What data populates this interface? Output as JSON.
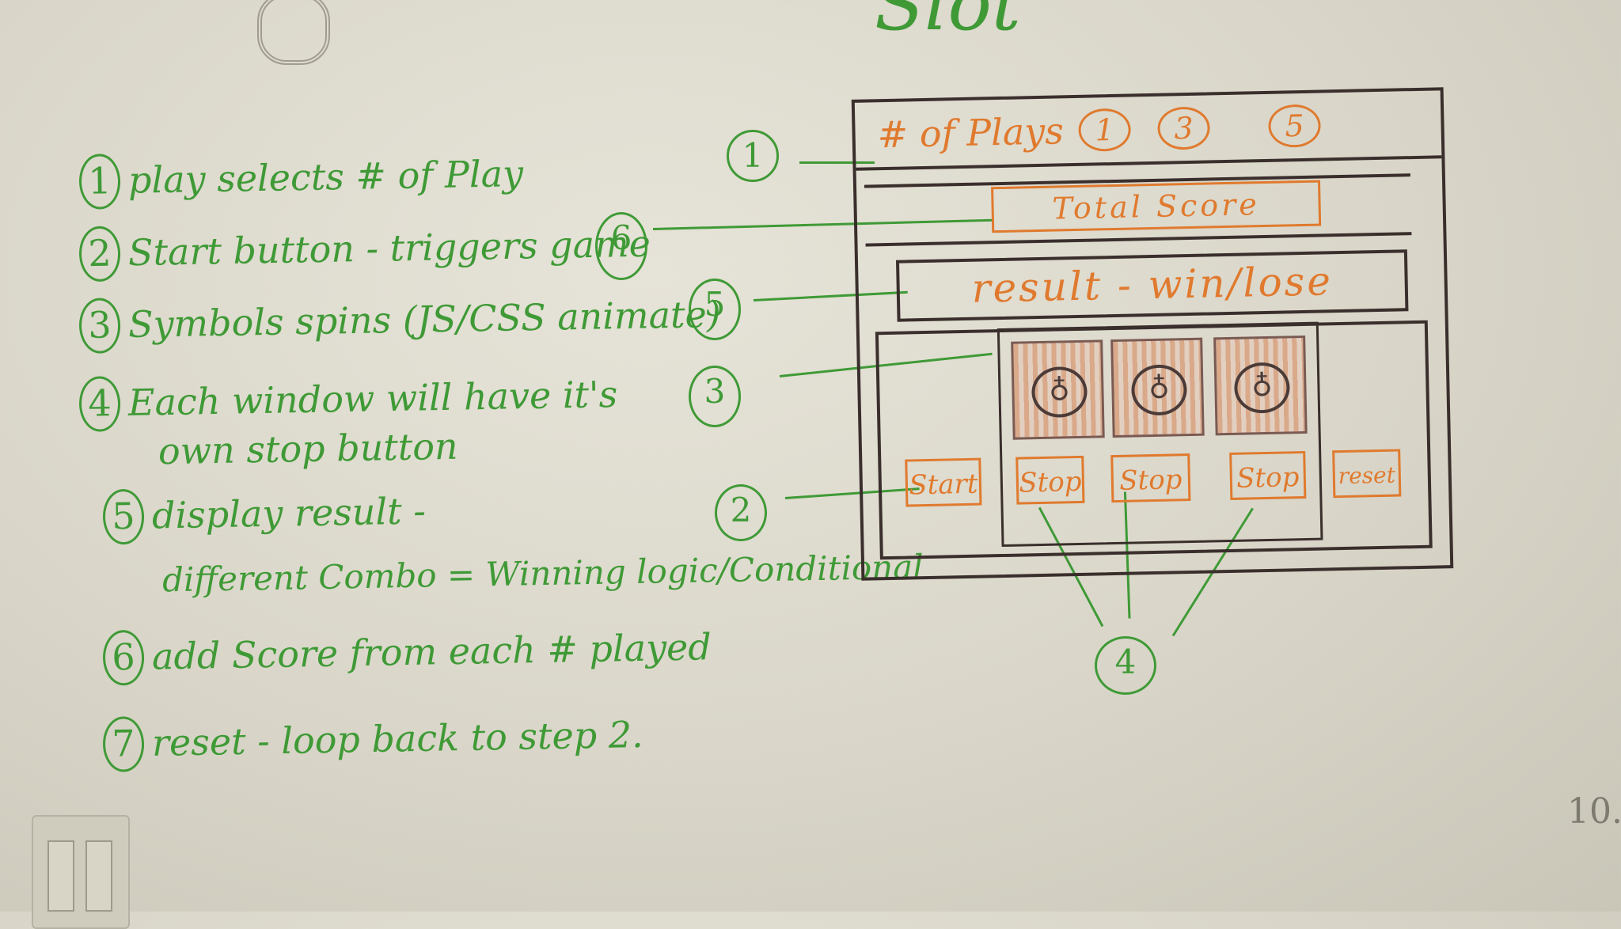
{
  "board": {
    "heading": "Slot",
    "notes": [
      {
        "num": "1",
        "text": "play selects # of Play"
      },
      {
        "num": "2",
        "text": "Start button - triggers game"
      },
      {
        "num": "3",
        "text": "Symbols spins (JS/CSS animate)"
      },
      {
        "num": "4",
        "text": "Each window will have it's"
      },
      {
        "num": "",
        "text": "own stop button"
      },
      {
        "num": "5",
        "text": "display result -"
      },
      {
        "num": "",
        "text": "different Combo = Winning logic/Conditional"
      },
      {
        "num": "6",
        "text": "add Score from each # played"
      },
      {
        "num": "7",
        "text": "reset - loop back to step 2."
      }
    ],
    "callouts": [
      "1",
      "6",
      "5",
      "3",
      "2",
      "4"
    ],
    "edge_text": "10."
  },
  "wireframe": {
    "plays_label": "# of Plays",
    "play_options": [
      "1",
      "3",
      "5"
    ],
    "score_label": "Total Score",
    "result_label": "result - win/lose",
    "reel_symbol_names": [
      "apple-icon",
      "apple-icon",
      "apple-icon"
    ],
    "start_label": "Start",
    "stop_labels": [
      "Stop",
      "Stop",
      "Stop"
    ],
    "reset_label": "reset",
    "colors": {
      "ink_green": "#3f9a36",
      "ink_orange": "#e07a2e",
      "ink_dark": "#3a2f2c"
    }
  }
}
